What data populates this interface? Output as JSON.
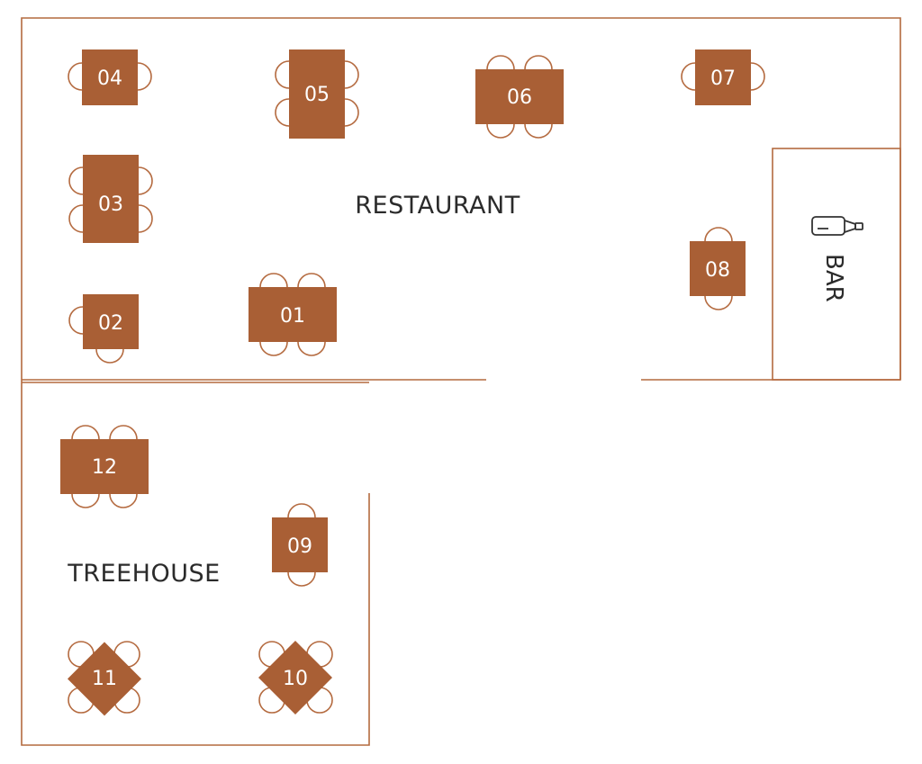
{
  "rooms": {
    "restaurant": "RESTAURANT",
    "treehouse": "TREEHOUSE",
    "bar": "BAR"
  },
  "tables": {
    "t01": "01",
    "t02": "02",
    "t03": "03",
    "t04": "04",
    "t05": "05",
    "t06": "06",
    "t07": "07",
    "t08": "08",
    "t09": "09",
    "t10": "10",
    "t11": "11",
    "t12": "12"
  },
  "icons": {
    "bar": "wine-bottle-icon"
  },
  "colors": {
    "table": "#a95f35",
    "wall": "#b46a3f",
    "text": "#2b2b2b"
  }
}
